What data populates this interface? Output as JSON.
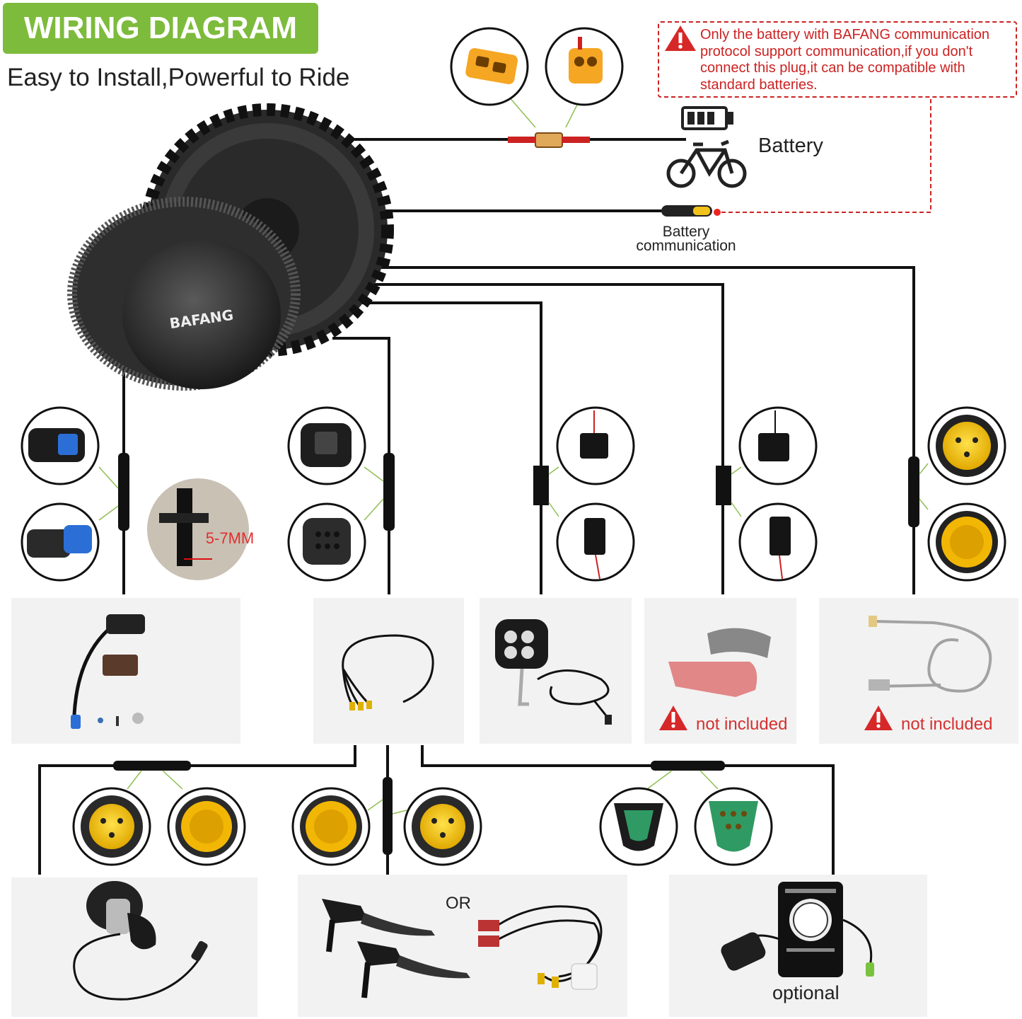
{
  "header": {
    "title": "WIRING DIAGRAM",
    "subtitle": "Easy to Install,Powerful to Ride"
  },
  "notice": {
    "text": "Only the battery with BAFANG communication protocol support communication,if you don't connect this plug,it can be compatible with standard batteries."
  },
  "motor": {
    "brand": "BAFANG"
  },
  "labels": {
    "battery": "Battery",
    "battery_comm_line1": "Battery",
    "battery_comm_line2": "communication",
    "gap_size": "5-7MM",
    "or": "OR",
    "optional": "optional"
  },
  "components": [
    {
      "id": "speed-sensor",
      "included": true
    },
    {
      "id": "main-harness",
      "included": true
    },
    {
      "id": "headlight",
      "included": true
    },
    {
      "id": "tail-light",
      "included": false,
      "status": "not included"
    },
    {
      "id": "gear-sensor",
      "included": false,
      "status": "not included"
    },
    {
      "id": "throttle",
      "included": true
    },
    {
      "id": "brake-levers",
      "included": true
    },
    {
      "id": "display",
      "included": true
    }
  ],
  "colors": {
    "banner_green": "#7dbb3c",
    "warning_red": "#cc2222",
    "wire": "#111111",
    "connector_yellow": "#f2c21a",
    "connector_blue": "#2b6fd6",
    "connector_green": "#2f9a63"
  }
}
